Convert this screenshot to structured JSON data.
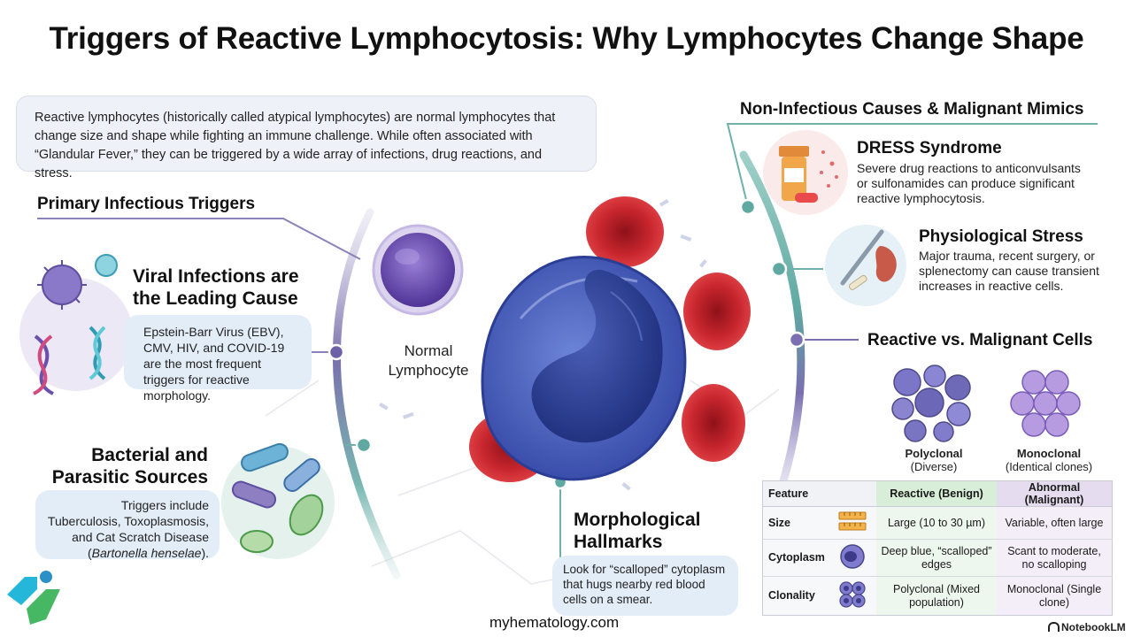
{
  "title": "Triggers of Reactive Lymphocytosis: Why Lymphocytes Change Shape",
  "intro": "Reactive lymphocytes (historically called atypical lymphocytes) are normal lymphocytes that change size and shape while fighting an immune challenge. While often associated with “Glandular Fever,” they can be triggered by a wide array of infections, drug reactions, and stress.",
  "primary": {
    "heading": "Primary Infectious Triggers",
    "viral": {
      "title": "Viral Infections are the Leading Cause",
      "text": "Epstein-Barr Virus (EBV), CMV, HIV, and COVID-19 are the most frequent triggers for reactive morphology."
    },
    "bacterial": {
      "title": "Bacterial and Parasitic Sources",
      "text_main": "Triggers include Tuberculosis, Toxoplasmosis, and Cat Scratch Disease",
      "text_italic": "Bartonella henselae"
    }
  },
  "center": {
    "normal_label": "Normal Lymphocyte",
    "hallmarks": {
      "title": "Morphological Hallmarks",
      "text": "Look for “scalloped” cytoplasm that hugs nearby red blood cells on a smear."
    }
  },
  "noninfectious": {
    "heading": "Non-Infectious Causes & Malignant Mimics",
    "dress": {
      "title": "DRESS Syndrome",
      "text": "Severe drug reactions to anticonvulsants or sulfonamides can produce significant reactive lymphocytosis."
    },
    "stress": {
      "title": "Physiological Stress",
      "text": "Major trauma, recent surgery, or splenectomy can cause transient increases in reactive cells."
    }
  },
  "reactive_vs": {
    "heading": "Reactive vs. Malignant Cells",
    "polyclonal": {
      "label": "Polyclonal",
      "sub": "(Diverse)"
    },
    "monoclonal": {
      "label": "Monoclonal",
      "sub": "(Identical clones)"
    }
  },
  "table": {
    "headers": [
      "Feature",
      "Reactive (Benign)",
      "Abnormal (Malignant)"
    ],
    "rows": [
      {
        "feature": "Size",
        "icon": "ruler-icon",
        "reactive": "Large (10 to 30 µm)",
        "malignant": "Variable, often large"
      },
      {
        "feature": "Cytoplasm",
        "icon": "cell-icon",
        "reactive": "Deep blue, “scalloped” edges",
        "malignant": "Scant to moderate, no scalloping"
      },
      {
        "feature": "Clonality",
        "icon": "clones-icon",
        "reactive": "Polyclonal (Mixed population)",
        "malignant": "Monoclonal (Single clone)"
      }
    ]
  },
  "footer": {
    "site": "myhematology.com",
    "brand": "NotebookLM"
  },
  "colors": {
    "arc_left": "#7b70ad",
    "arc_right": "#5fa9a2",
    "lymph_purple": "#6b4fb0",
    "rbc_red": "#c8262e",
    "reactive_blue": "#3f58b8",
    "logo_cyan": "#25b7d9",
    "logo_green": "#46b864"
  }
}
